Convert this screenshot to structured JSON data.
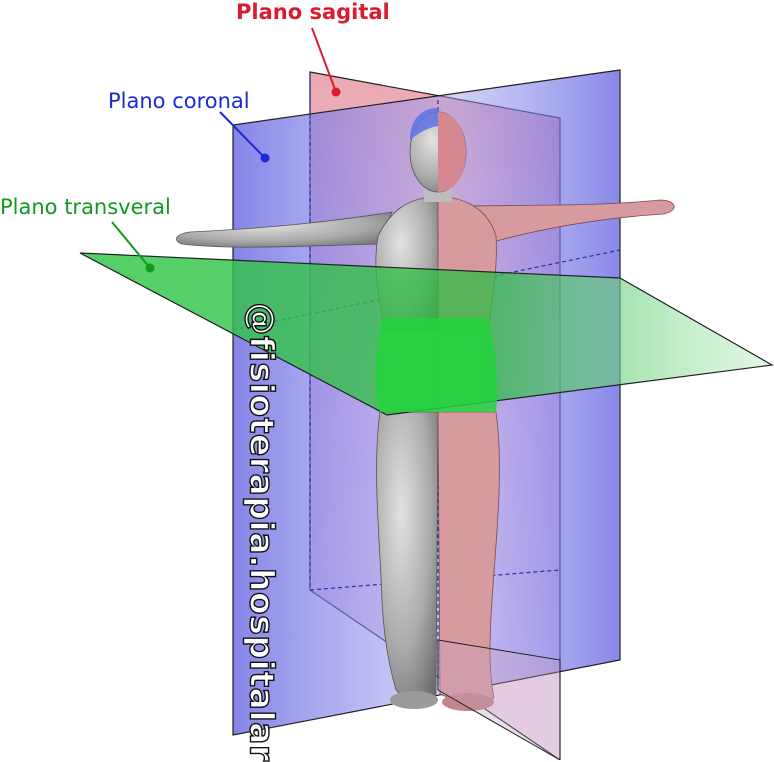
{
  "labels": {
    "sagittal": "Plano sagital",
    "coronal": "Plano coronal",
    "transverse": "Plano transveral"
  },
  "watermark": "@fisioterapia.hospitalar",
  "colors": {
    "sagittal": "#d81e2c",
    "coronal": "#1a2ad6",
    "transverse": "#119a1f",
    "sagittal_plane": "#e8a0a6",
    "coronal_plane": "#6d6de6",
    "transverse_plane": "#34c84a",
    "body": "#b9b9b9"
  }
}
